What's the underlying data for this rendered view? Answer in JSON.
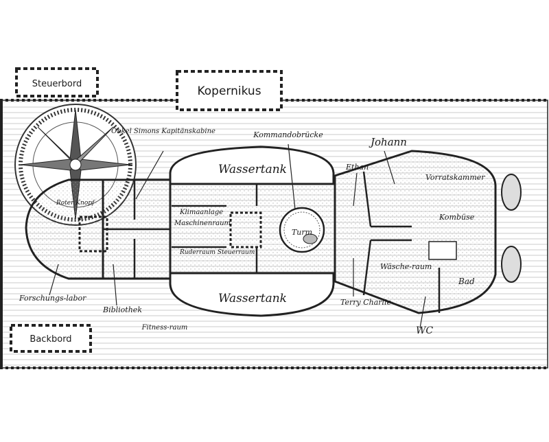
{
  "title": "Kopernikus",
  "sides": {
    "starboard": "Steuerbord",
    "port": "Backbord"
  },
  "rooms": {
    "captain_cabin": "Onkel Simons Kapitänskabine",
    "red_button": "Roter Knopf",
    "research_lab": "Forschungs-labor",
    "library": "Bibliothek",
    "fitness": "Fitness-raum",
    "water_tank_top": "Wassertank",
    "water_tank_bottom": "Wassertank",
    "climate": "Klimaanlage",
    "engine_room": "Maschinenraum",
    "rudder_room": "Ruderraum Steuerraum",
    "bridge": "Kommandobrücke",
    "tower": "Turm",
    "ethan": "Ethan",
    "johann": "Johann",
    "pantry": "Vorratskammer",
    "galley": "Kombüse",
    "laundry": "Wäsche-raum",
    "bath": "Bad",
    "terry_charlie": "Terry Charlie",
    "wc": "WC"
  }
}
